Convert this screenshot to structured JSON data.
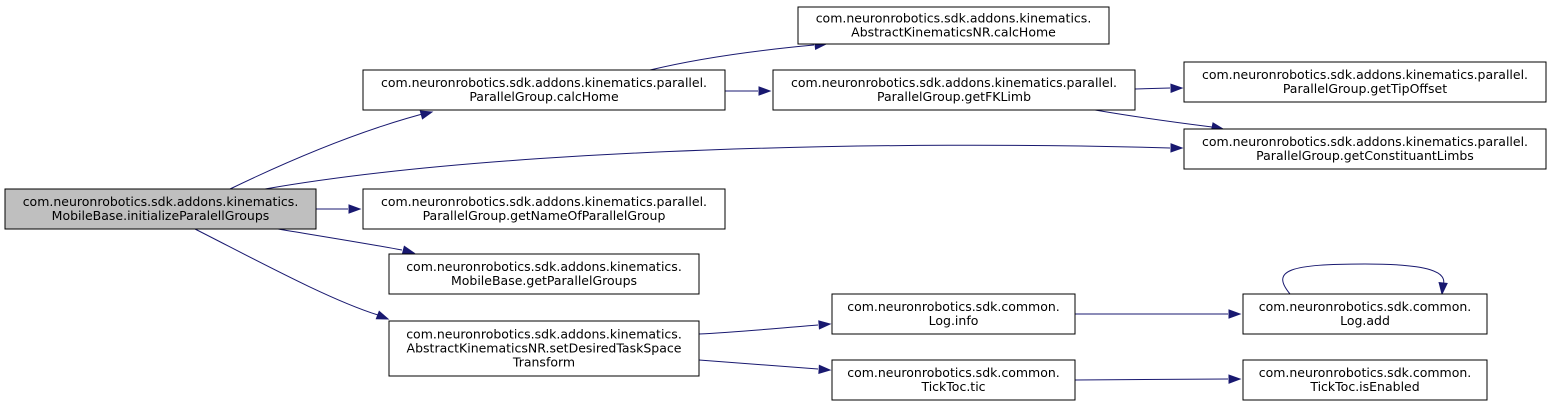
{
  "nodes": [
    {
      "id": "n0",
      "lines": [
        "com.neuronrobotics.sdk.addons.kinematics.",
        "MobileBase.initializeParalellGroups"
      ],
      "root": true
    },
    {
      "id": "n1",
      "lines": [
        "com.neuronrobotics.sdk.addons.kinematics.parallel.",
        "ParallelGroup.calcHome"
      ]
    },
    {
      "id": "n2",
      "lines": [
        "com.neuronrobotics.sdk.addons.kinematics.",
        "AbstractKinematicsNR.calcHome"
      ]
    },
    {
      "id": "n3",
      "lines": [
        "com.neuronrobotics.sdk.addons.kinematics.parallel.",
        "ParallelGroup.getFKLimb"
      ]
    },
    {
      "id": "n4",
      "lines": [
        "com.neuronrobotics.sdk.addons.kinematics.parallel.",
        "ParallelGroup.getTipOffset"
      ]
    },
    {
      "id": "n5",
      "lines": [
        "com.neuronrobotics.sdk.addons.kinematics.parallel.",
        "ParallelGroup.getConstituantLimbs"
      ]
    },
    {
      "id": "n6",
      "lines": [
        "com.neuronrobotics.sdk.addons.kinematics.parallel.",
        "ParallelGroup.getNameOfParallelGroup"
      ]
    },
    {
      "id": "n7",
      "lines": [
        "com.neuronrobotics.sdk.addons.kinematics.",
        "MobileBase.getParallelGroups"
      ]
    },
    {
      "id": "n8",
      "lines": [
        "com.neuronrobotics.sdk.addons.kinematics.",
        "AbstractKinematicsNR.setDesiredTaskSpace",
        "Transform"
      ]
    },
    {
      "id": "n9",
      "lines": [
        "com.neuronrobotics.sdk.common.",
        "Log.info"
      ]
    },
    {
      "id": "n10",
      "lines": [
        "com.neuronrobotics.sdk.common.",
        "Log.add"
      ]
    },
    {
      "id": "n11",
      "lines": [
        "com.neuronrobotics.sdk.common.",
        "TickToc.tic"
      ]
    },
    {
      "id": "n12",
      "lines": [
        "com.neuronrobotics.sdk.common.",
        "TickToc.isEnabled"
      ]
    }
  ],
  "edges": [
    {
      "from": "n0",
      "to": "n1"
    },
    {
      "from": "n0",
      "to": "n5"
    },
    {
      "from": "n0",
      "to": "n6"
    },
    {
      "from": "n0",
      "to": "n7"
    },
    {
      "from": "n0",
      "to": "n8"
    },
    {
      "from": "n1",
      "to": "n2"
    },
    {
      "from": "n1",
      "to": "n3"
    },
    {
      "from": "n3",
      "to": "n4"
    },
    {
      "from": "n3",
      "to": "n5"
    },
    {
      "from": "n8",
      "to": "n9"
    },
    {
      "from": "n8",
      "to": "n11"
    },
    {
      "from": "n9",
      "to": "n10"
    },
    {
      "from": "n10",
      "to": "n10"
    },
    {
      "from": "n11",
      "to": "n12"
    }
  ],
  "colors": {
    "edge": "#191970",
    "node_border": "#000000",
    "root_fill": "#bfbfbf",
    "node_fill": "#ffffff"
  }
}
